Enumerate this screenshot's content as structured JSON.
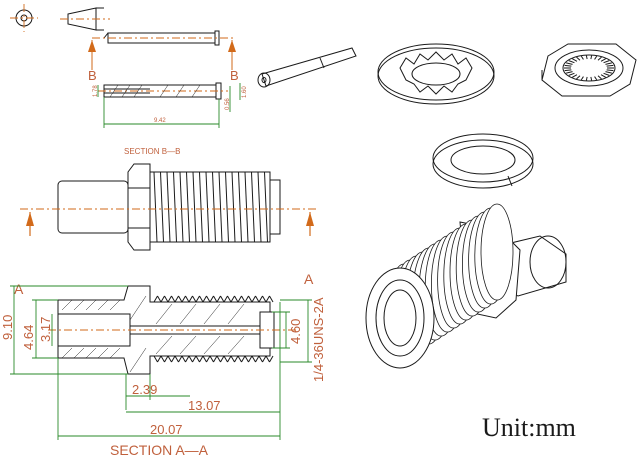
{
  "colors": {
    "dimension": "#2a8a2a",
    "centerline": "#d26a1a",
    "outline": "#1a1a1a",
    "text": "#c0603c"
  },
  "labels": {
    "section_bb": "SECTION B—B",
    "section_aa": "SECTION A—A",
    "marker_b": "B",
    "marker_a": "A",
    "unit": "Unit:mm"
  },
  "dimensions": {
    "pin_len": "9.42",
    "pin_d1": "1.78",
    "pin_d2": "0.56",
    "pin_d3": "1.60",
    "overall_len": "20.07",
    "body_len": "13.07",
    "flange": "2.39",
    "hex_height": "9.10",
    "bore": "4.64",
    "inner_bore": "3.17",
    "thread_bore": "4.60",
    "thread_spec": "1/4-36UNS-2A"
  }
}
